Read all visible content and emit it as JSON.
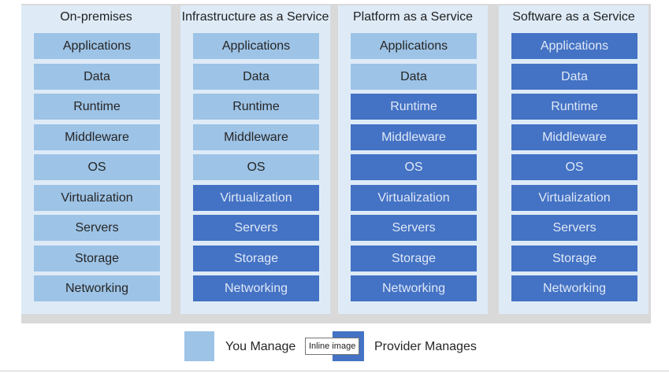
{
  "colors": {
    "you_manage": "#9dc3e6",
    "provider_manages": "#4472c4",
    "column_bg": "#deebf7",
    "panel_bg": "#d9d9d9"
  },
  "columns": [
    {
      "title": "On-premises",
      "items": [
        {
          "label": "Applications",
          "owner": "you"
        },
        {
          "label": "Data",
          "owner": "you"
        },
        {
          "label": "Runtime",
          "owner": "you"
        },
        {
          "label": "Middleware",
          "owner": "you"
        },
        {
          "label": "OS",
          "owner": "you"
        },
        {
          "label": "Virtualization",
          "owner": "you"
        },
        {
          "label": "Servers",
          "owner": "you"
        },
        {
          "label": "Storage",
          "owner": "you"
        },
        {
          "label": "Networking",
          "owner": "you"
        }
      ]
    },
    {
      "title": "Infrastructure as a Service",
      "items": [
        {
          "label": "Applications",
          "owner": "you"
        },
        {
          "label": "Data",
          "owner": "you"
        },
        {
          "label": "Runtime",
          "owner": "you"
        },
        {
          "label": "Middleware",
          "owner": "you"
        },
        {
          "label": "OS",
          "owner": "you"
        },
        {
          "label": "Virtualization",
          "owner": "provider"
        },
        {
          "label": "Servers",
          "owner": "provider"
        },
        {
          "label": "Storage",
          "owner": "provider"
        },
        {
          "label": "Networking",
          "owner": "provider"
        }
      ]
    },
    {
      "title": "Platform as a Service",
      "items": [
        {
          "label": "Applications",
          "owner": "you"
        },
        {
          "label": "Data",
          "owner": "you"
        },
        {
          "label": "Runtime",
          "owner": "provider"
        },
        {
          "label": "Middleware",
          "owner": "provider"
        },
        {
          "label": "OS",
          "owner": "provider"
        },
        {
          "label": "Virtualization",
          "owner": "provider"
        },
        {
          "label": "Servers",
          "owner": "provider"
        },
        {
          "label": "Storage",
          "owner": "provider"
        },
        {
          "label": "Networking",
          "owner": "provider"
        }
      ]
    },
    {
      "title": "Software as a Service",
      "items": [
        {
          "label": "Applications",
          "owner": "provider"
        },
        {
          "label": "Data",
          "owner": "provider"
        },
        {
          "label": "Runtime",
          "owner": "provider"
        },
        {
          "label": "Middleware",
          "owner": "provider"
        },
        {
          "label": "OS",
          "owner": "provider"
        },
        {
          "label": "Virtualization",
          "owner": "provider"
        },
        {
          "label": "Servers",
          "owner": "provider"
        },
        {
          "label": "Storage",
          "owner": "provider"
        },
        {
          "label": "Networking",
          "owner": "provider"
        }
      ]
    }
  ],
  "legend": {
    "you_manage": "You Manage",
    "provider_manages": "Provider Manages"
  },
  "tooltip": "Inline image"
}
